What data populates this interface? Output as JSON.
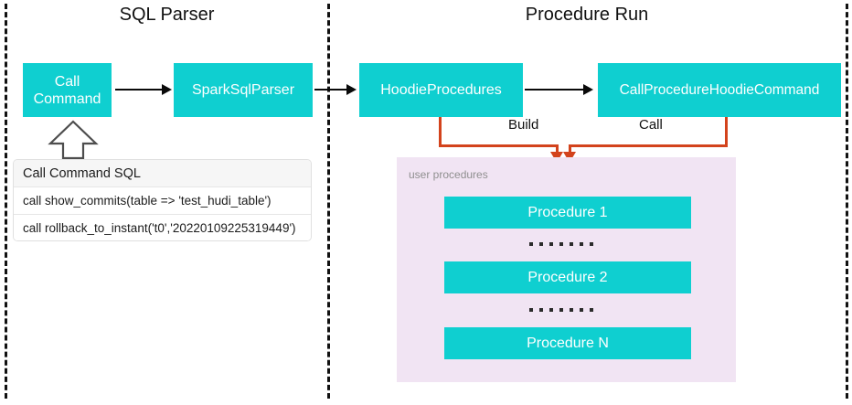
{
  "diagram": {
    "sections": [
      {
        "title": "SQL Parser"
      },
      {
        "title": "Procedure Run"
      }
    ],
    "nodes": {
      "call_command": "Call\nCommand",
      "spark_sql_parser": "SparkSqlParser",
      "hoodie_procedures": "HoodieProcedures",
      "call_procedure_hoodie_command": "CallProcedureHoodieCommand"
    },
    "connector_labels": {
      "build": "Build",
      "call": "Call"
    },
    "sql_card": {
      "header": "Call Command SQL",
      "rows": [
        "call show_commits(table => 'test_hudi_table')",
        "call rollback_to_instant('t0','20220109225319449')"
      ]
    },
    "procedures_panel": {
      "label": "user procedures",
      "items": [
        "Procedure 1",
        "Procedure 2",
        "Procedure N"
      ],
      "ellipsis_dots": 7
    },
    "colors": {
      "teal": "#0FCFD0",
      "orange": "#D3431C",
      "panel": "#F1E4F3",
      "arrow": "#0A0A0A",
      "text_light": "#FFFFFF"
    }
  }
}
